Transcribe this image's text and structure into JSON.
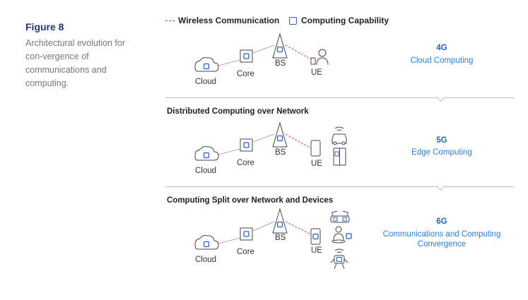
{
  "caption": {
    "title": "Figure 8",
    "text": "Architectural evolution for con-vergence of communications and computing."
  },
  "legend": {
    "wireless": "Wireless Communication",
    "computing": "Computing Capability"
  },
  "sections": [
    {
      "title": "",
      "generation": "4G",
      "subtitle": "Cloud Computing",
      "labels": {
        "cloud": "Cloud",
        "core": "Core",
        "bs": "BS",
        "ue": "UE"
      }
    },
    {
      "title": "Distributed Computing over Network",
      "generation": "5G",
      "subtitle": "Edge Computing",
      "labels": {
        "cloud": "Cloud",
        "core": "Core",
        "bs": "BS",
        "ue": "UE"
      }
    },
    {
      "title": "Computing Split over Network and Devices",
      "generation": "6G",
      "subtitle": "Communications and Computing Convergence",
      "labels": {
        "cloud": "Cloud",
        "core": "Core",
        "bs": "BS",
        "ue": "UE"
      }
    }
  ],
  "colors": {
    "accent": "#2b60c6",
    "wireless": "#e04a3a",
    "line": "#9a9a9a"
  }
}
